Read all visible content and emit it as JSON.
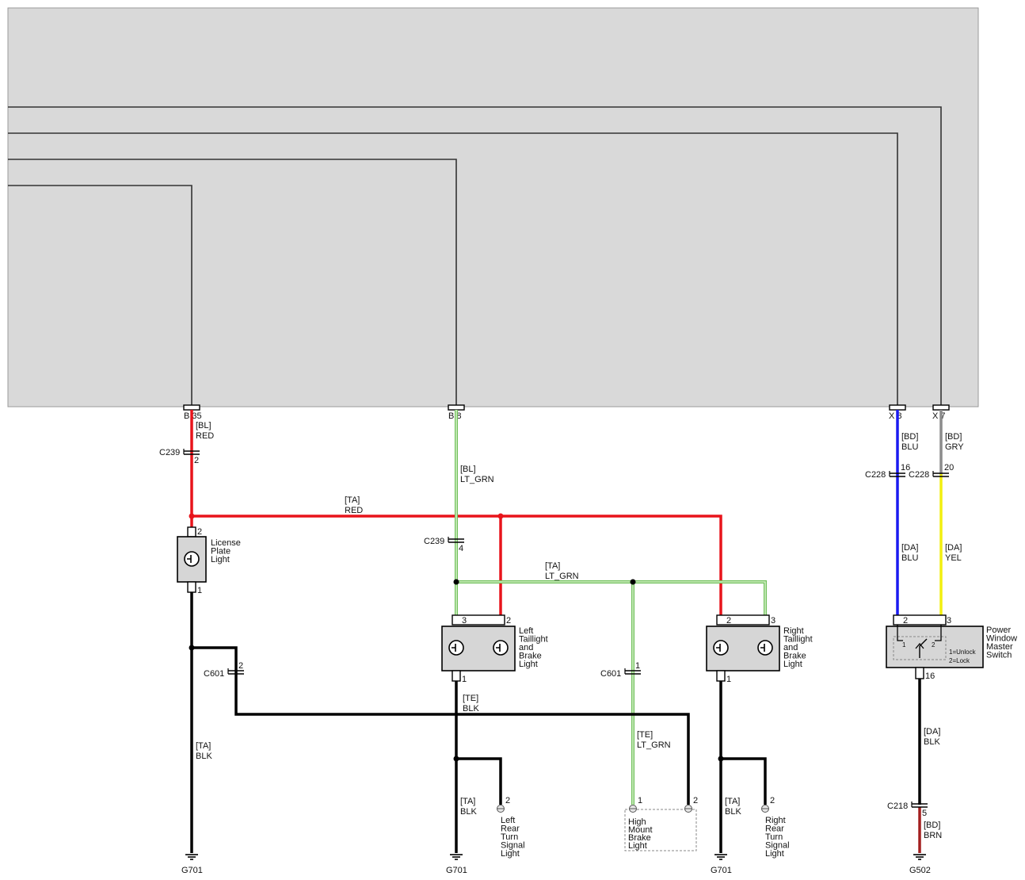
{
  "module": {
    "pins": {
      "p1": "B 35",
      "p2": "B 8",
      "p3": "X 8",
      "p4": "X 7"
    }
  },
  "wires": {
    "w1": [
      "[BL]",
      "RED"
    ],
    "w2": [
      "[BL]",
      "LT_GRN"
    ],
    "w3": [
      "[TA]",
      "RED"
    ],
    "w4": [
      "[TA]",
      "LT_GRN"
    ],
    "w5": [
      "[TE]",
      "BLK"
    ],
    "w6": [
      "[TE]",
      "LT_GRN"
    ],
    "w7": [
      "[TA]",
      "BLK"
    ],
    "w8": [
      "[TA]",
      "BLK"
    ],
    "w9": [
      "[TA]",
      "BLK"
    ],
    "w10": [
      "[BD]",
      "BLU"
    ],
    "w11": [
      "[BD]",
      "GRY"
    ],
    "w12": [
      "[DA]",
      "BLU"
    ],
    "w13": [
      "[DA]",
      "YEL"
    ],
    "w14": [
      "[DA]",
      "BLK"
    ],
    "w15": [
      "[BD]",
      "BRN"
    ]
  },
  "connectors": {
    "c239a": {
      "name": "C239",
      "pin": "2"
    },
    "c239b": {
      "name": "C239",
      "pin": "4"
    },
    "c601a": {
      "name": "C601",
      "pin": "2"
    },
    "c601b": {
      "name": "C601",
      "pin": "1"
    },
    "c228a": {
      "name": "C228",
      "pin": "16"
    },
    "c228b": {
      "name": "C228",
      "pin": "20"
    },
    "c218": {
      "name": "C218",
      "pin": "5"
    }
  },
  "components": {
    "license": {
      "label": [
        "License",
        "Plate",
        "Light"
      ],
      "pin_top": "2",
      "pin_bot": "1"
    },
    "left_tail": {
      "label": [
        "Left",
        "Taillight",
        "and",
        "Brake",
        "Light"
      ],
      "pin_a": "3",
      "pin_b": "2",
      "pin_bot": "1"
    },
    "right_tail": {
      "label": [
        "Right",
        "Taillight",
        "and",
        "Brake",
        "Light"
      ],
      "pin_a": "2",
      "pin_b": "3",
      "pin_bot": "1"
    },
    "pwms": {
      "label": [
        "Power",
        "Window",
        "Master",
        "Switch"
      ],
      "pin_a": "2",
      "pin_b": "3",
      "pin_bot": "16",
      "sw1": "1",
      "sw2": "2",
      "legend1": "1=Unlock",
      "legend2": "2=Lock"
    },
    "hmbl": {
      "label": [
        "High",
        "Mount",
        "Brake",
        "Light"
      ],
      "pin_a": "1",
      "pin_b": "2"
    },
    "lrts": {
      "label": [
        "Left",
        "Rear",
        "Turn",
        "Signal",
        "Light"
      ],
      "pin": "2"
    },
    "rrts": {
      "label": [
        "Right",
        "Rear",
        "Turn",
        "Signal",
        "Light"
      ],
      "pin": "2"
    }
  },
  "grounds": {
    "g1": "G701",
    "g2": "G701",
    "g3": "G701",
    "g4": "G502"
  },
  "colors": {
    "module_fill": "#d9d9d9",
    "red": "#e8141b",
    "blue": "#1a1af0",
    "green": "#6fbf5a",
    "yellow": "#f2ef10",
    "gray": "#8c8c8c",
    "brown": "#a31f1f",
    "black": "#000000"
  }
}
